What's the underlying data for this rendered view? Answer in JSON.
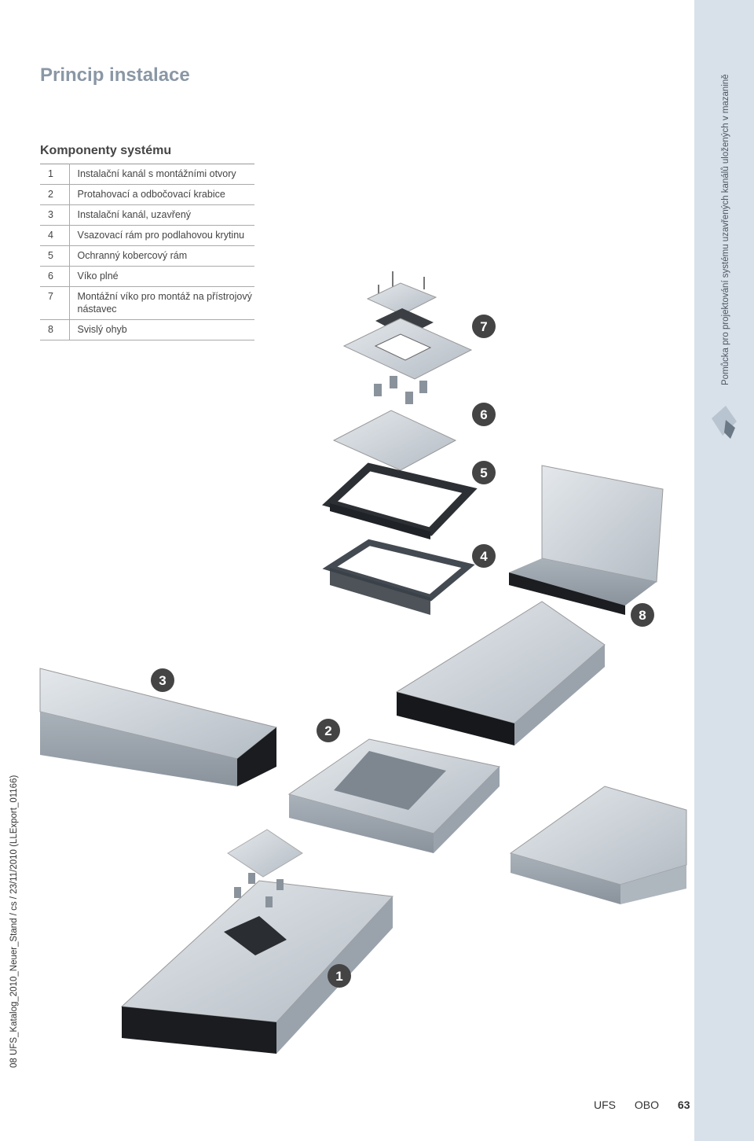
{
  "page": {
    "title": "Princip instalace",
    "subtitle": "Komponenty systému",
    "side_text": "Pomůcka pro projektování systému uzavřených kanálů uložených v mazanině",
    "footer_ref": "08 UFS_Katalog_2010_Neuer_Stand / cs / 23/11/2010 (LLExport_01166)",
    "footer": {
      "brand": "UFS",
      "company": "OBO",
      "page_number": "63"
    }
  },
  "components": [
    {
      "num": "1",
      "label": "Instalační kanál s montážními otvory"
    },
    {
      "num": "2",
      "label": "Protahovací a odbočovací krabice"
    },
    {
      "num": "3",
      "label": "Instalační kanál, uzavřený"
    },
    {
      "num": "4",
      "label": "Vsazovací rám pro podlahovou krytinu"
    },
    {
      "num": "5",
      "label": "Ochranný kobercový rám"
    },
    {
      "num": "6",
      "label": "Víko plné"
    },
    {
      "num": "7",
      "label": "Montážní víko pro montáž na přístrojový nástavec"
    },
    {
      "num": "8",
      "label": "Svislý ohyb"
    }
  ],
  "callouts": [
    "1",
    "2",
    "3",
    "4",
    "5",
    "6",
    "7",
    "8"
  ],
  "colors": {
    "accent": "#8a97a5",
    "side_strip": "#d8e1ea",
    "callout": "#444444"
  }
}
